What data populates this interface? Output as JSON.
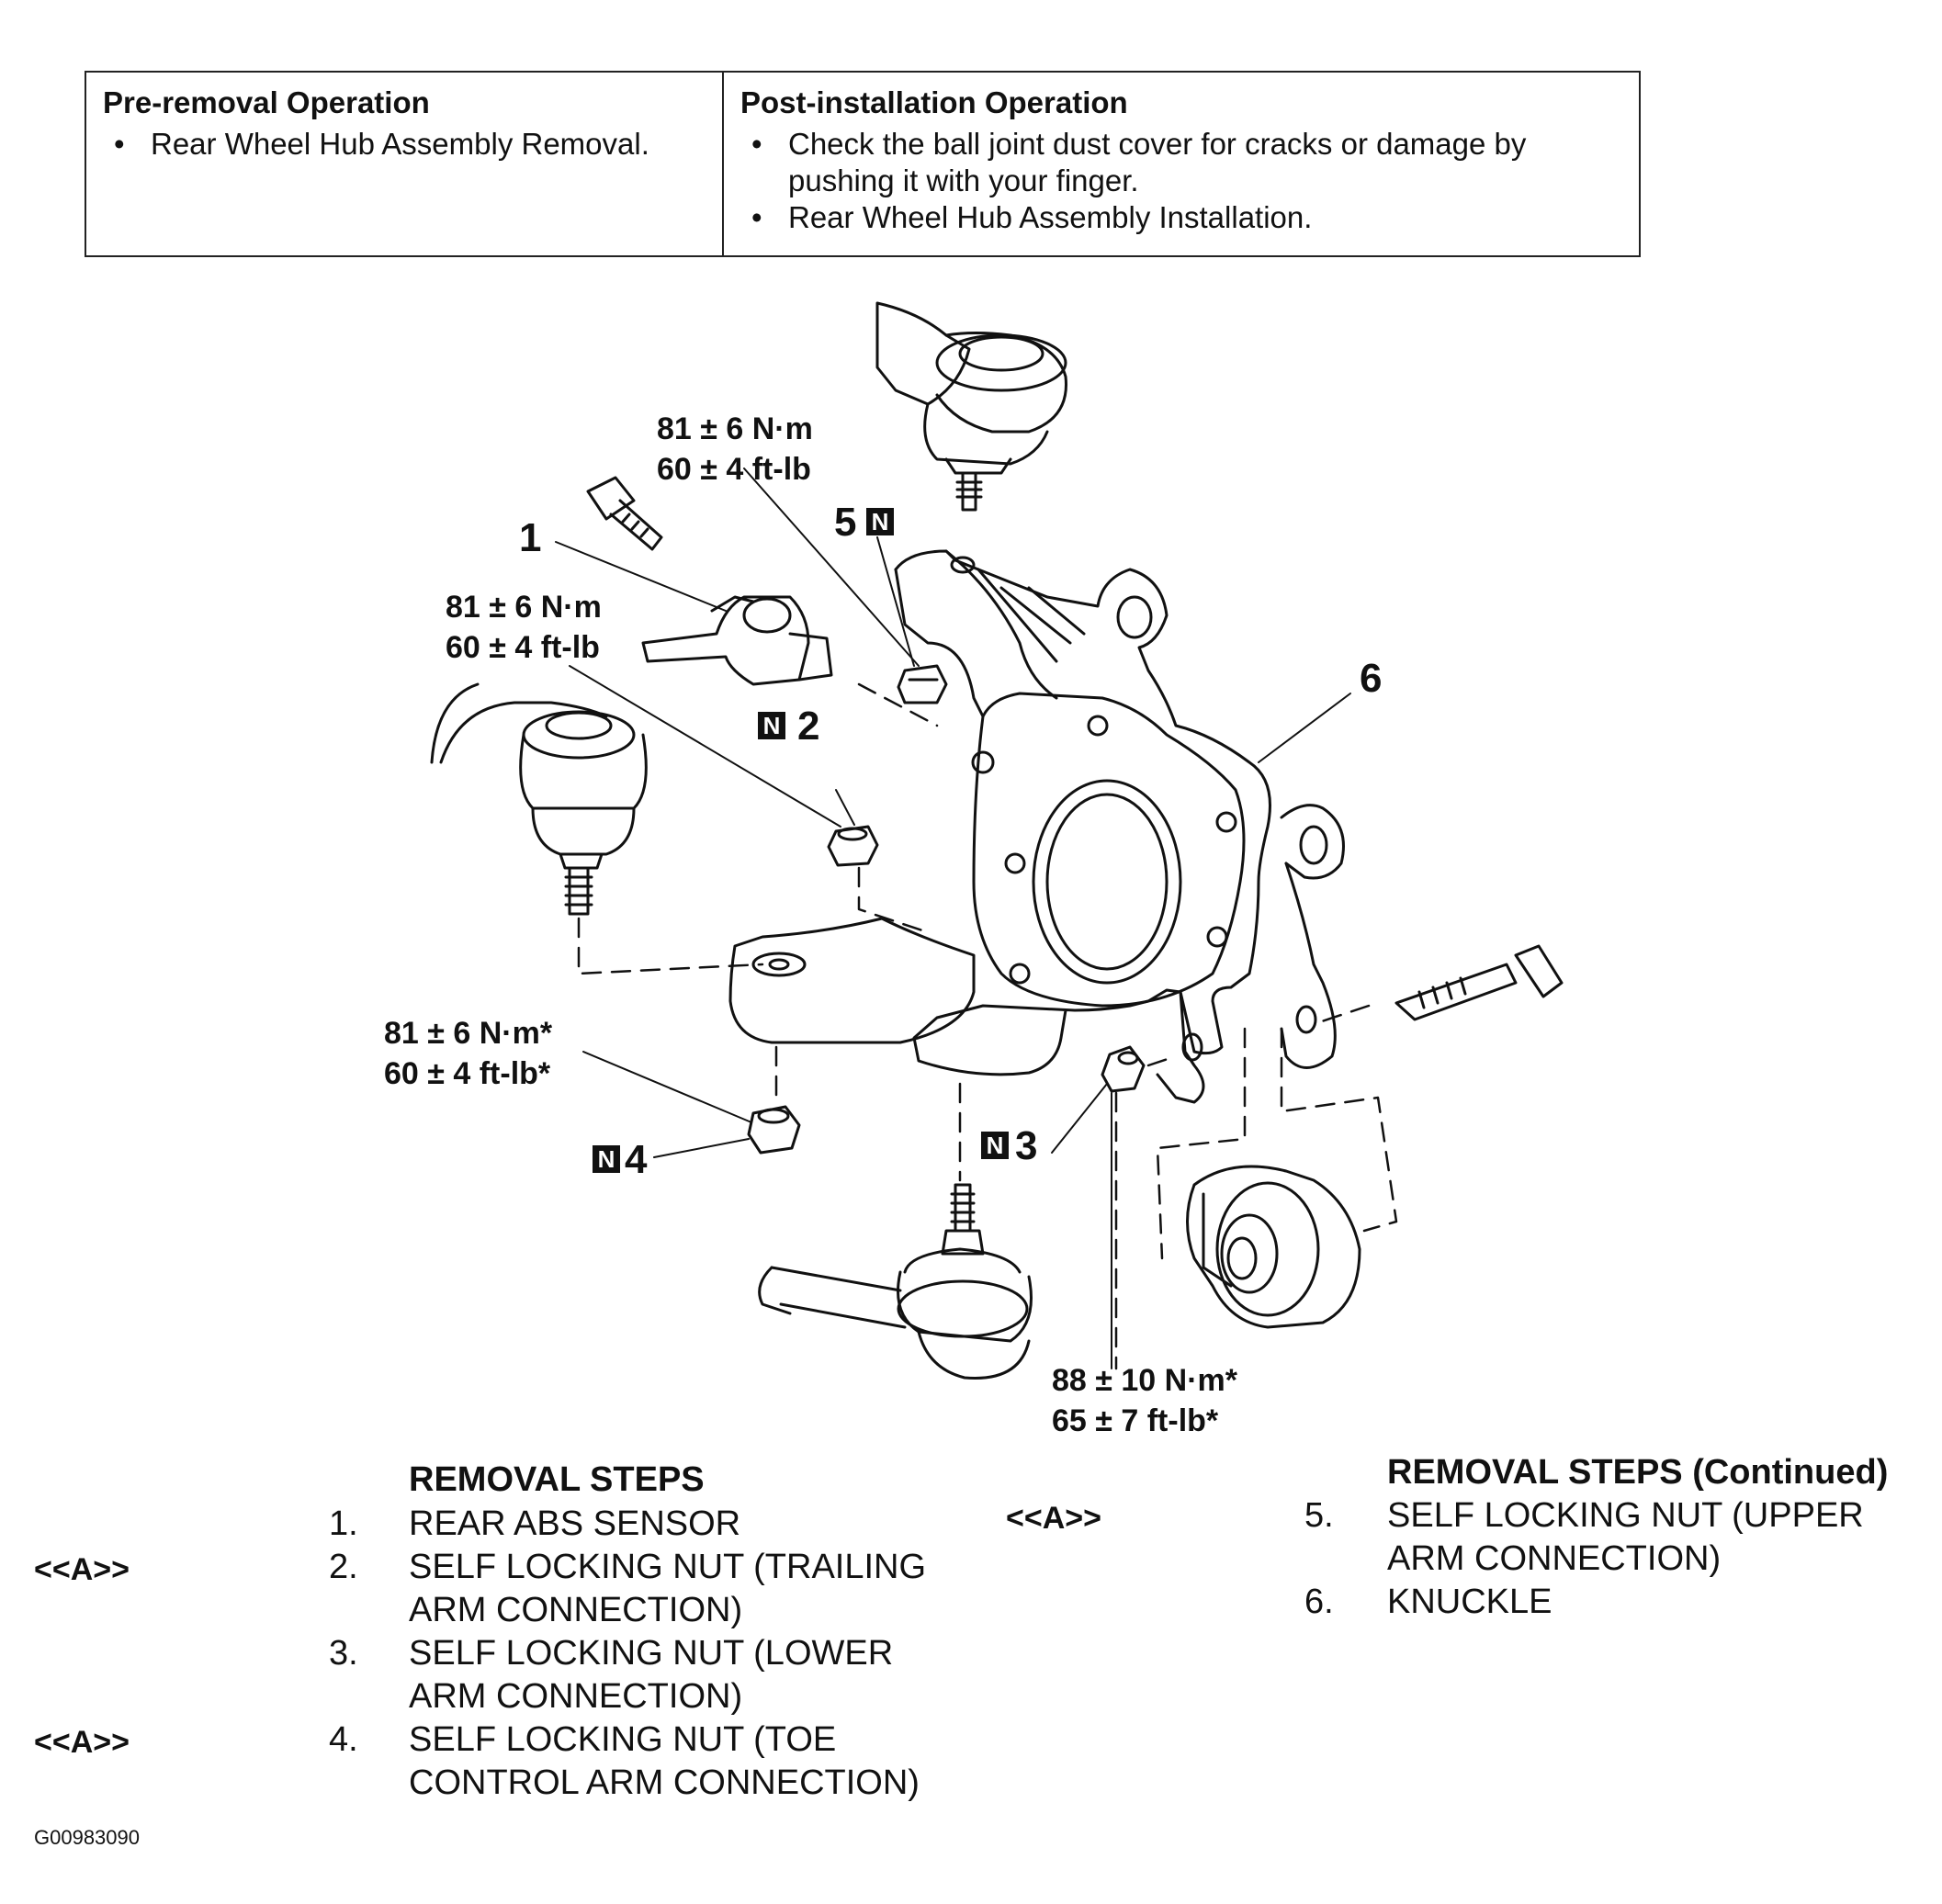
{
  "pre_removal": {
    "heading": "Pre-removal Operation",
    "items": [
      "Rear Wheel Hub Assembly Removal."
    ]
  },
  "post_installation": {
    "heading": "Post-installation Operation",
    "items": [
      "Check the ball joint dust cover for cracks or damage by pushing it with your finger.",
      "Rear Wheel Hub Assembly Installation."
    ]
  },
  "diagram": {
    "torque_top_nm": "81 ± 6 N·m",
    "torque_top_ftlb": "60 ± 4 ft-lb",
    "torque_mid_nm": "81 ± 6 N·m",
    "torque_mid_ftlb": "60 ± 4 ft-lb",
    "torque_low_nm": "81 ± 6 N·m*",
    "torque_low_ftlb": "60 ± 4 ft-lb*",
    "torque_bottom_nm": "88 ± 10 N·m*",
    "torque_bottom_ftlb": "65 ± 7 ft-lb*",
    "label_1": "1",
    "label_2": "2",
    "label_3": "3",
    "label_4": "4",
    "label_5": "5",
    "label_6": "6",
    "n_mark": "N"
  },
  "removal_steps": {
    "title": "REMOVAL STEPS",
    "steps": [
      {
        "num": "1.",
        "code": "",
        "lines": [
          "REAR ABS SENSOR"
        ]
      },
      {
        "num": "2.",
        "code": "<<A>>",
        "lines": [
          "SELF LOCKING NUT (TRAILING",
          "ARM CONNECTION)"
        ]
      },
      {
        "num": "3.",
        "code": "",
        "lines": [
          "SELF LOCKING NUT (LOWER",
          "ARM CONNECTION)"
        ]
      },
      {
        "num": "4.",
        "code": "<<A>>",
        "lines": [
          "SELF LOCKING NUT (TOE",
          "CONTROL ARM CONNECTION)"
        ]
      }
    ]
  },
  "removal_steps_continued": {
    "title": "REMOVAL STEPS (Continued)",
    "steps": [
      {
        "num": "5.",
        "code": "<<A>>",
        "lines": [
          "SELF LOCKING NUT (UPPER",
          "ARM CONNECTION)"
        ]
      },
      {
        "num": "6.",
        "code": "",
        "lines": [
          "KNUCKLE"
        ]
      }
    ]
  },
  "figure_id": "G00983090"
}
